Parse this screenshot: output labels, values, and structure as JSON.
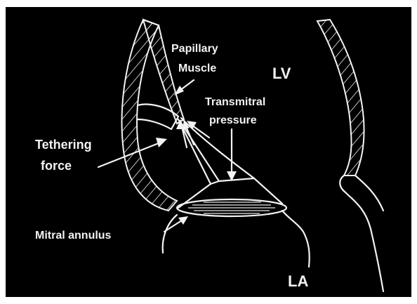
{
  "labels": {
    "papillary_line1": "Papillary",
    "papillary_line2": "Muscle",
    "lv": "LV",
    "transmitral_line1": "Transmitral",
    "transmitral_line2": "pressure",
    "tethering_line1": "Tethering",
    "tethering_line2": "force",
    "mitral_annulus": "Mitral annulus",
    "la": "LA"
  },
  "colors": {
    "background": "#000000",
    "frame": "#ffffff",
    "ink": "#f2f2f2"
  }
}
